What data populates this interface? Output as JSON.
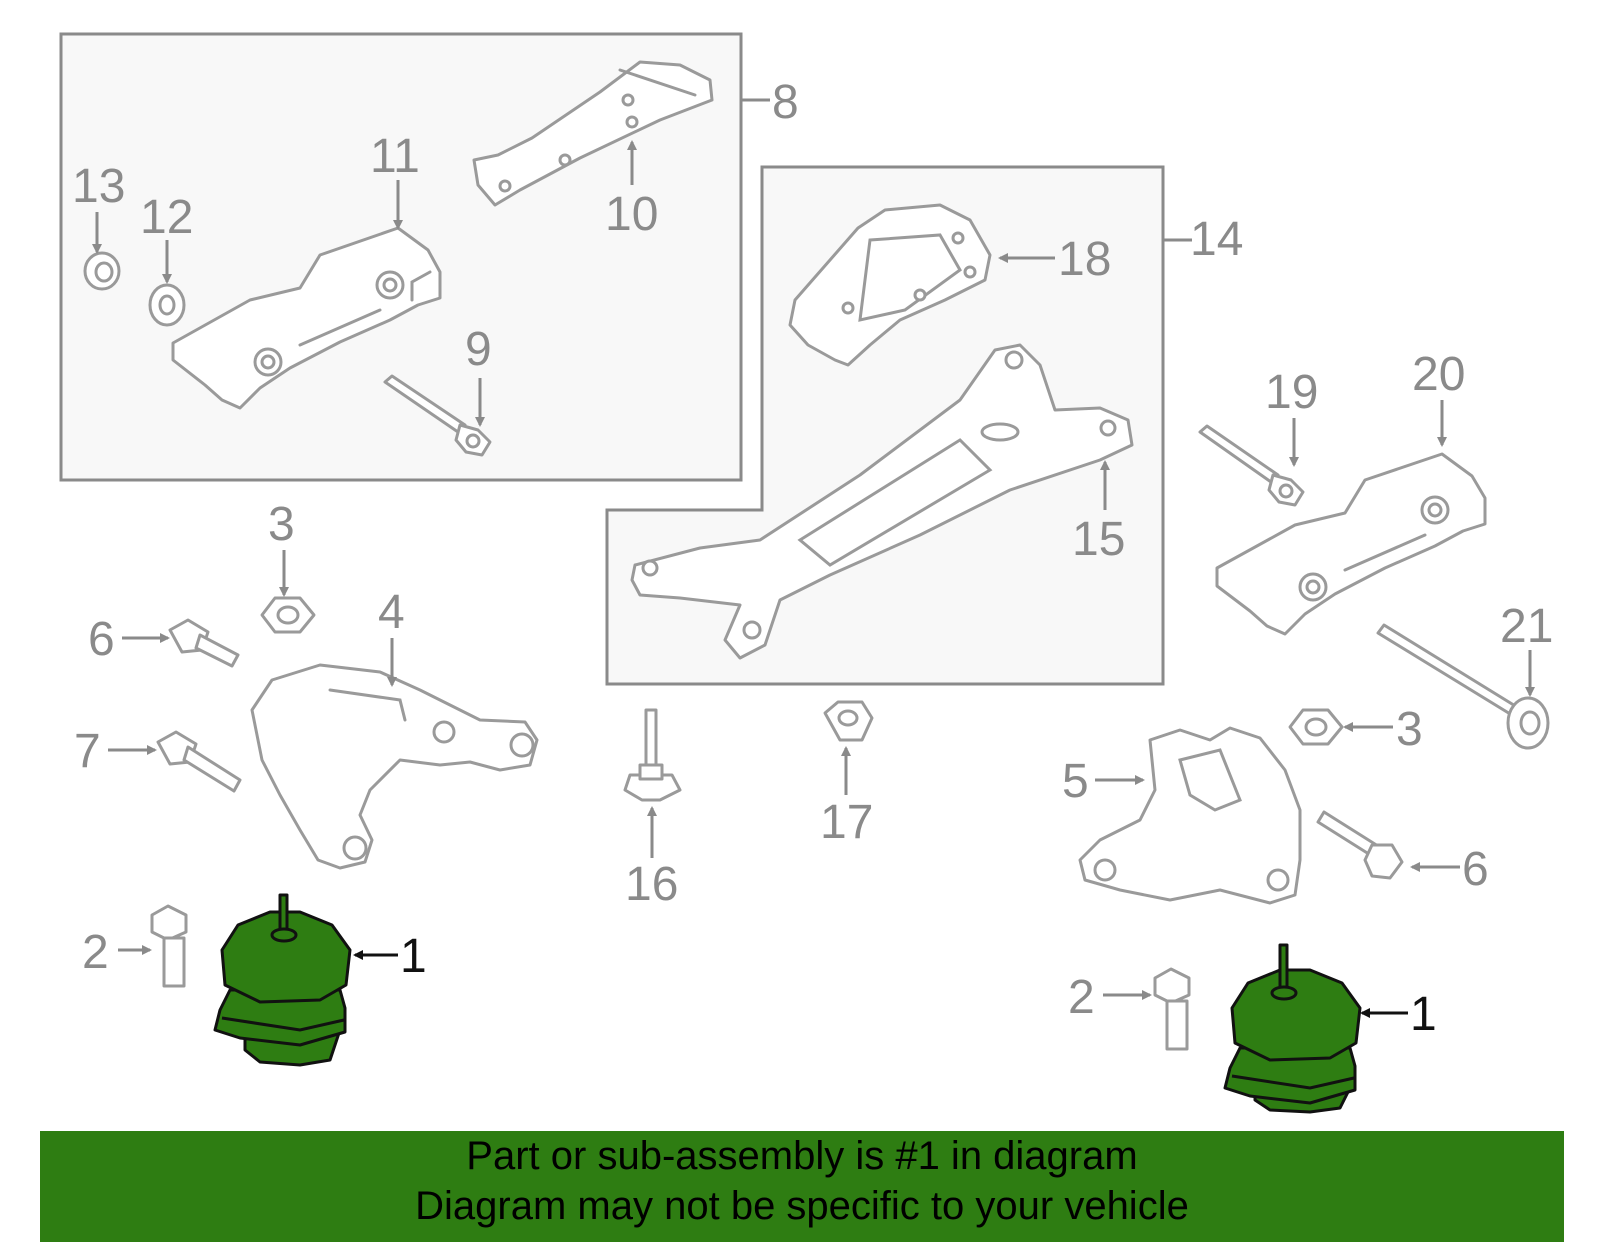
{
  "callouts": {
    "c1a": "1",
    "c1b": "1",
    "c2a": "2",
    "c2b": "2",
    "c3a": "3",
    "c3b": "3",
    "c4": "4",
    "c5": "5",
    "c6a": "6",
    "c6b": "6",
    "c7": "7",
    "c8": "8",
    "c9": "9",
    "c10": "10",
    "c11": "11",
    "c12": "12",
    "c13": "13",
    "c14": "14",
    "c15": "15",
    "c16": "16",
    "c17": "17",
    "c18": "18",
    "c19": "19",
    "c20": "20",
    "c21": "21"
  },
  "banner": {
    "line1": "Part or sub-assembly is #1 in diagram",
    "line2": "Diagram may not be specific to your vehicle"
  },
  "colors": {
    "highlight_green": "#2e7d12",
    "line_gray": "#9a9a9a"
  }
}
